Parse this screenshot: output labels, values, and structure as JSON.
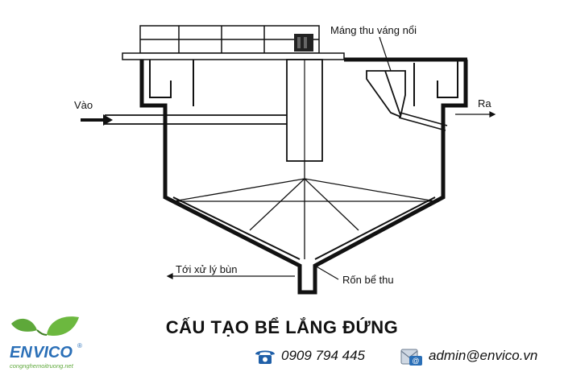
{
  "diagram": {
    "labels": {
      "skimmer": "Máng thu váng nổi",
      "inlet": "Vào",
      "outlet": "Ra",
      "sludge": "Tới xử lý bùn",
      "sump": "Rốn bể thu"
    }
  },
  "title": "CẤU TẠO BỂ LẮNG ĐỨNG",
  "logo": {
    "brand_en": "EN",
    "brand_vico": "VICO",
    "registered": "®",
    "tagline": "congnghemoitruong.net"
  },
  "contact": {
    "phone": "0909 794 445",
    "email": "admin@envico.vn"
  },
  "icons": {
    "phone": "phone-icon",
    "email": "email-icon"
  },
  "colors": {
    "line": "#111111",
    "brand_blue": "#2a6fb7",
    "leaf_green": "#5ea83a"
  }
}
